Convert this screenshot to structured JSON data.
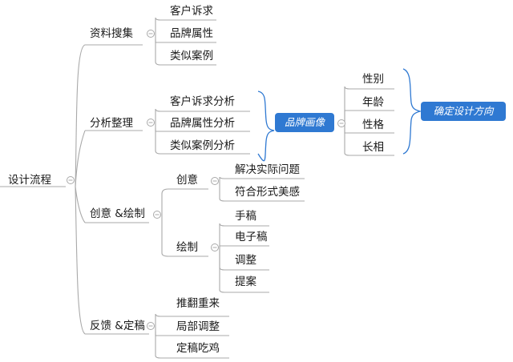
{
  "accent": "#2f79d2",
  "line_color": "#a9a9a9",
  "root": {
    "label": "设计流程"
  },
  "branches": [
    {
      "label": "资料搜集",
      "children": [
        "客户诉求",
        "品牌属性",
        "类似案例"
      ]
    },
    {
      "label": "分析整理",
      "children": [
        "客户诉求分析",
        "品牌属性分析",
        "类似案例分析"
      ]
    },
    {
      "label": "创意 &绘制",
      "subgroups": [
        {
          "label": "创意",
          "children": [
            "解决实际问题",
            "符合形式美感"
          ]
        },
        {
          "label": "绘制",
          "children": [
            "手稿",
            "电子稿",
            "调整",
            "提案"
          ]
        }
      ]
    },
    {
      "label": "反馈 &定稿",
      "children": [
        "推翻重来",
        "局部调整",
        "定稿吃鸡"
      ]
    }
  ],
  "summary_brand": {
    "label": "品牌画像",
    "children": [
      "性别",
      "年龄",
      "性格",
      "长相"
    ]
  },
  "summary_direction": {
    "label": "确定设计方向"
  },
  "collapse_glyph": "⊖"
}
